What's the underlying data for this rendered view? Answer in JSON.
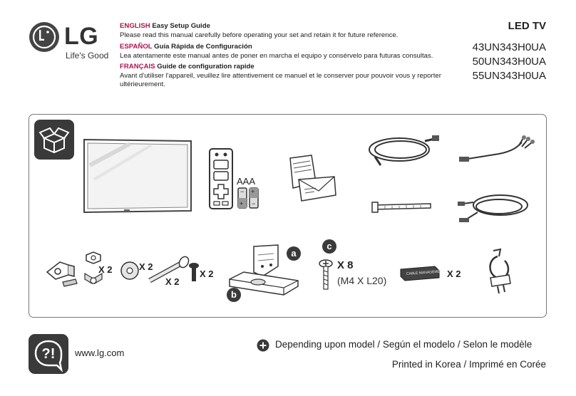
{
  "brand": {
    "logo_letters": "LG",
    "tagline": "Life's Good"
  },
  "languages": [
    {
      "name": "ENGLISH",
      "title": "Easy Setup Guide",
      "text": "Please read this manual carefully before operating your set and retain it for future reference."
    },
    {
      "name": "ESPAÑOL",
      "title": "Guía Rápida de Configuración",
      "text": "Lea atentamente este manual antes de poner en marcha el equipo y consérvelo para futuras consultas."
    },
    {
      "name": "FRANÇAIS",
      "title": "Guide de configuration rapide",
      "text": "Avant d'utiliser l'appareil, veuillez lire attentivement ce manuel et le conserver pour pouvoir vous y reporter ultérieurement."
    }
  ],
  "product": {
    "type": "LED TV",
    "models": [
      "43UN343H0UA",
      "50UN343H0UA",
      "55UN343H0UA"
    ]
  },
  "contents": {
    "battery_label": "AAA",
    "battery_plus": "+",
    "battery_minus": "−",
    "qty_bracket": "X 2",
    "qty_washer": "X 2",
    "qty_bolt": "X 2",
    "qty_screw": "X 2",
    "badge_a": "a",
    "badge_b": "b",
    "badge_c": "c",
    "screw_count": "X 8",
    "screw_spec": "(M4 X L20)",
    "cable_mgmt_text": "CABLE MANAGEMENT",
    "qty_cable_mgmt": "X 2"
  },
  "footer": {
    "url": "www.lg.com",
    "note": "Depending upon model / Según el modelo / Selon le modèle",
    "printed": "Printed in Korea / Imprimé en Corée"
  },
  "colors": {
    "accent": "#b0124f",
    "icon_dark": "#3a3a3a",
    "border": "#777777"
  }
}
